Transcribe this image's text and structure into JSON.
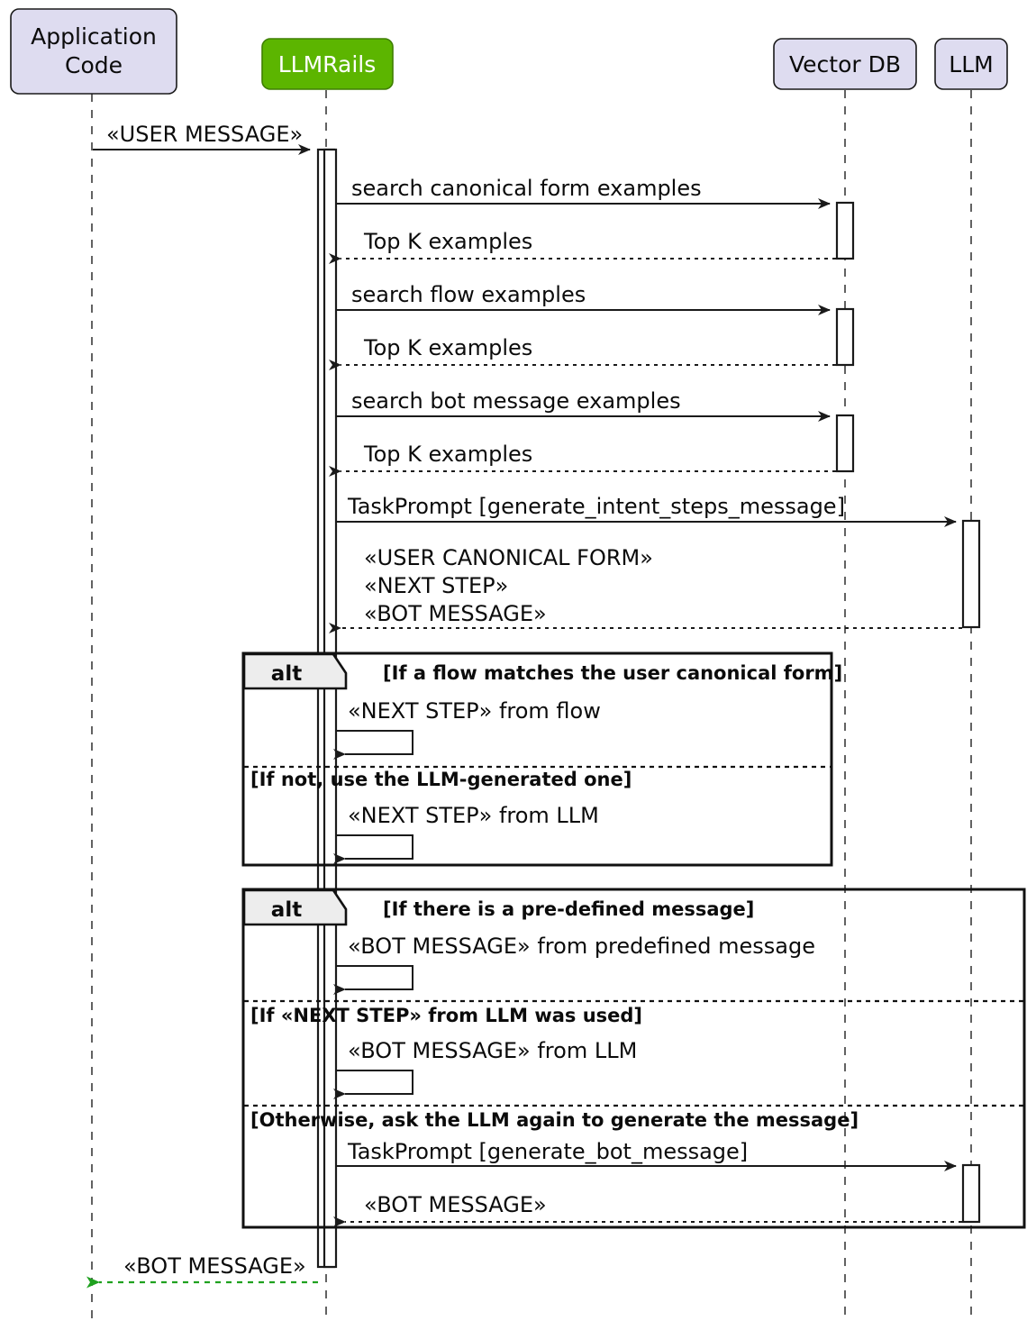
{
  "diagram": {
    "type": "uml-sequence-diagram",
    "title": "LLMRails message processing sequence",
    "background_color": "#ffffff"
  },
  "colors": {
    "participant_fill": "#DEDCF0",
    "participant_stroke": "#1A1A1A",
    "accent_fill": "#5CB500",
    "accent_stroke": "#3F7F00",
    "accent_text": "#FFFFFF",
    "line": "#1A1A1A",
    "lifeline": "#3B3B3B",
    "return_arrow": "#1FA11F",
    "frame_tab_fill": "#EDEDED"
  },
  "participants": [
    {
      "id": "app",
      "label_line1": "Application",
      "label_line2": "Code",
      "highlight": false
    },
    {
      "id": "rails",
      "label_line1": "LLMRails",
      "label_line2": "",
      "highlight": true
    },
    {
      "id": "vdb",
      "label_line1": "Vector DB",
      "label_line2": "",
      "highlight": false
    },
    {
      "id": "llm",
      "label_line1": "LLM",
      "label_line2": "",
      "highlight": false
    }
  ],
  "messages": [
    {
      "id": "m1",
      "label": "«USER MESSAGE»",
      "from": "app",
      "to": "rails",
      "style": "solid"
    },
    {
      "id": "m2",
      "label": "search canonical form examples",
      "from": "rails",
      "to": "vdb",
      "style": "solid"
    },
    {
      "id": "m3",
      "label": "Top K examples",
      "from": "vdb",
      "to": "rails",
      "style": "dashed"
    },
    {
      "id": "m4",
      "label": "search flow examples",
      "from": "rails",
      "to": "vdb",
      "style": "solid"
    },
    {
      "id": "m5",
      "label": "Top K examples",
      "from": "vdb",
      "to": "rails",
      "style": "dashed"
    },
    {
      "id": "m6",
      "label": "search bot message examples",
      "from": "rails",
      "to": "vdb",
      "style": "solid"
    },
    {
      "id": "m7",
      "label": "Top K examples",
      "from": "vdb",
      "to": "rails",
      "style": "dashed"
    },
    {
      "id": "m8",
      "label": "TaskPrompt [generate_intent_steps_message]",
      "from": "rails",
      "to": "llm",
      "style": "solid"
    },
    {
      "id": "m9",
      "label_lines": [
        "«USER CANONICAL FORM»",
        "«NEXT STEP»",
        "«BOT MESSAGE»"
      ],
      "from": "llm",
      "to": "rails",
      "style": "dashed"
    },
    {
      "id": "m10",
      "label": "«NEXT STEP» from flow",
      "from": "rails",
      "to": "rails",
      "style": "self"
    },
    {
      "id": "m11",
      "label": "«NEXT STEP» from LLM",
      "from": "rails",
      "to": "rails",
      "style": "self"
    },
    {
      "id": "m12",
      "label": "«BOT MESSAGE» from predefined message",
      "from": "rails",
      "to": "rails",
      "style": "self"
    },
    {
      "id": "m13",
      "label": "«BOT MESSAGE» from LLM",
      "from": "rails",
      "to": "rails",
      "style": "self"
    },
    {
      "id": "m14",
      "label": "TaskPrompt [generate_bot_message]",
      "from": "rails",
      "to": "llm",
      "style": "solid"
    },
    {
      "id": "m15",
      "label": "«BOT MESSAGE»",
      "from": "llm",
      "to": "rails",
      "style": "dashed"
    },
    {
      "id": "m16",
      "label": "«BOT MESSAGE»",
      "from": "rails",
      "to": "app",
      "style": "return-green"
    }
  ],
  "fragments": [
    {
      "id": "alt1",
      "kind": "alt",
      "guards": [
        "[If a flow matches the user canonical form]",
        "[If not, use the LLM-generated one]"
      ]
    },
    {
      "id": "alt2",
      "kind": "alt",
      "guards": [
        "[If there is a pre-defined message]",
        "[If «NEXT STEP» from LLM was used]",
        "[Otherwise, ask the LLM again to generate the message]"
      ]
    }
  ]
}
